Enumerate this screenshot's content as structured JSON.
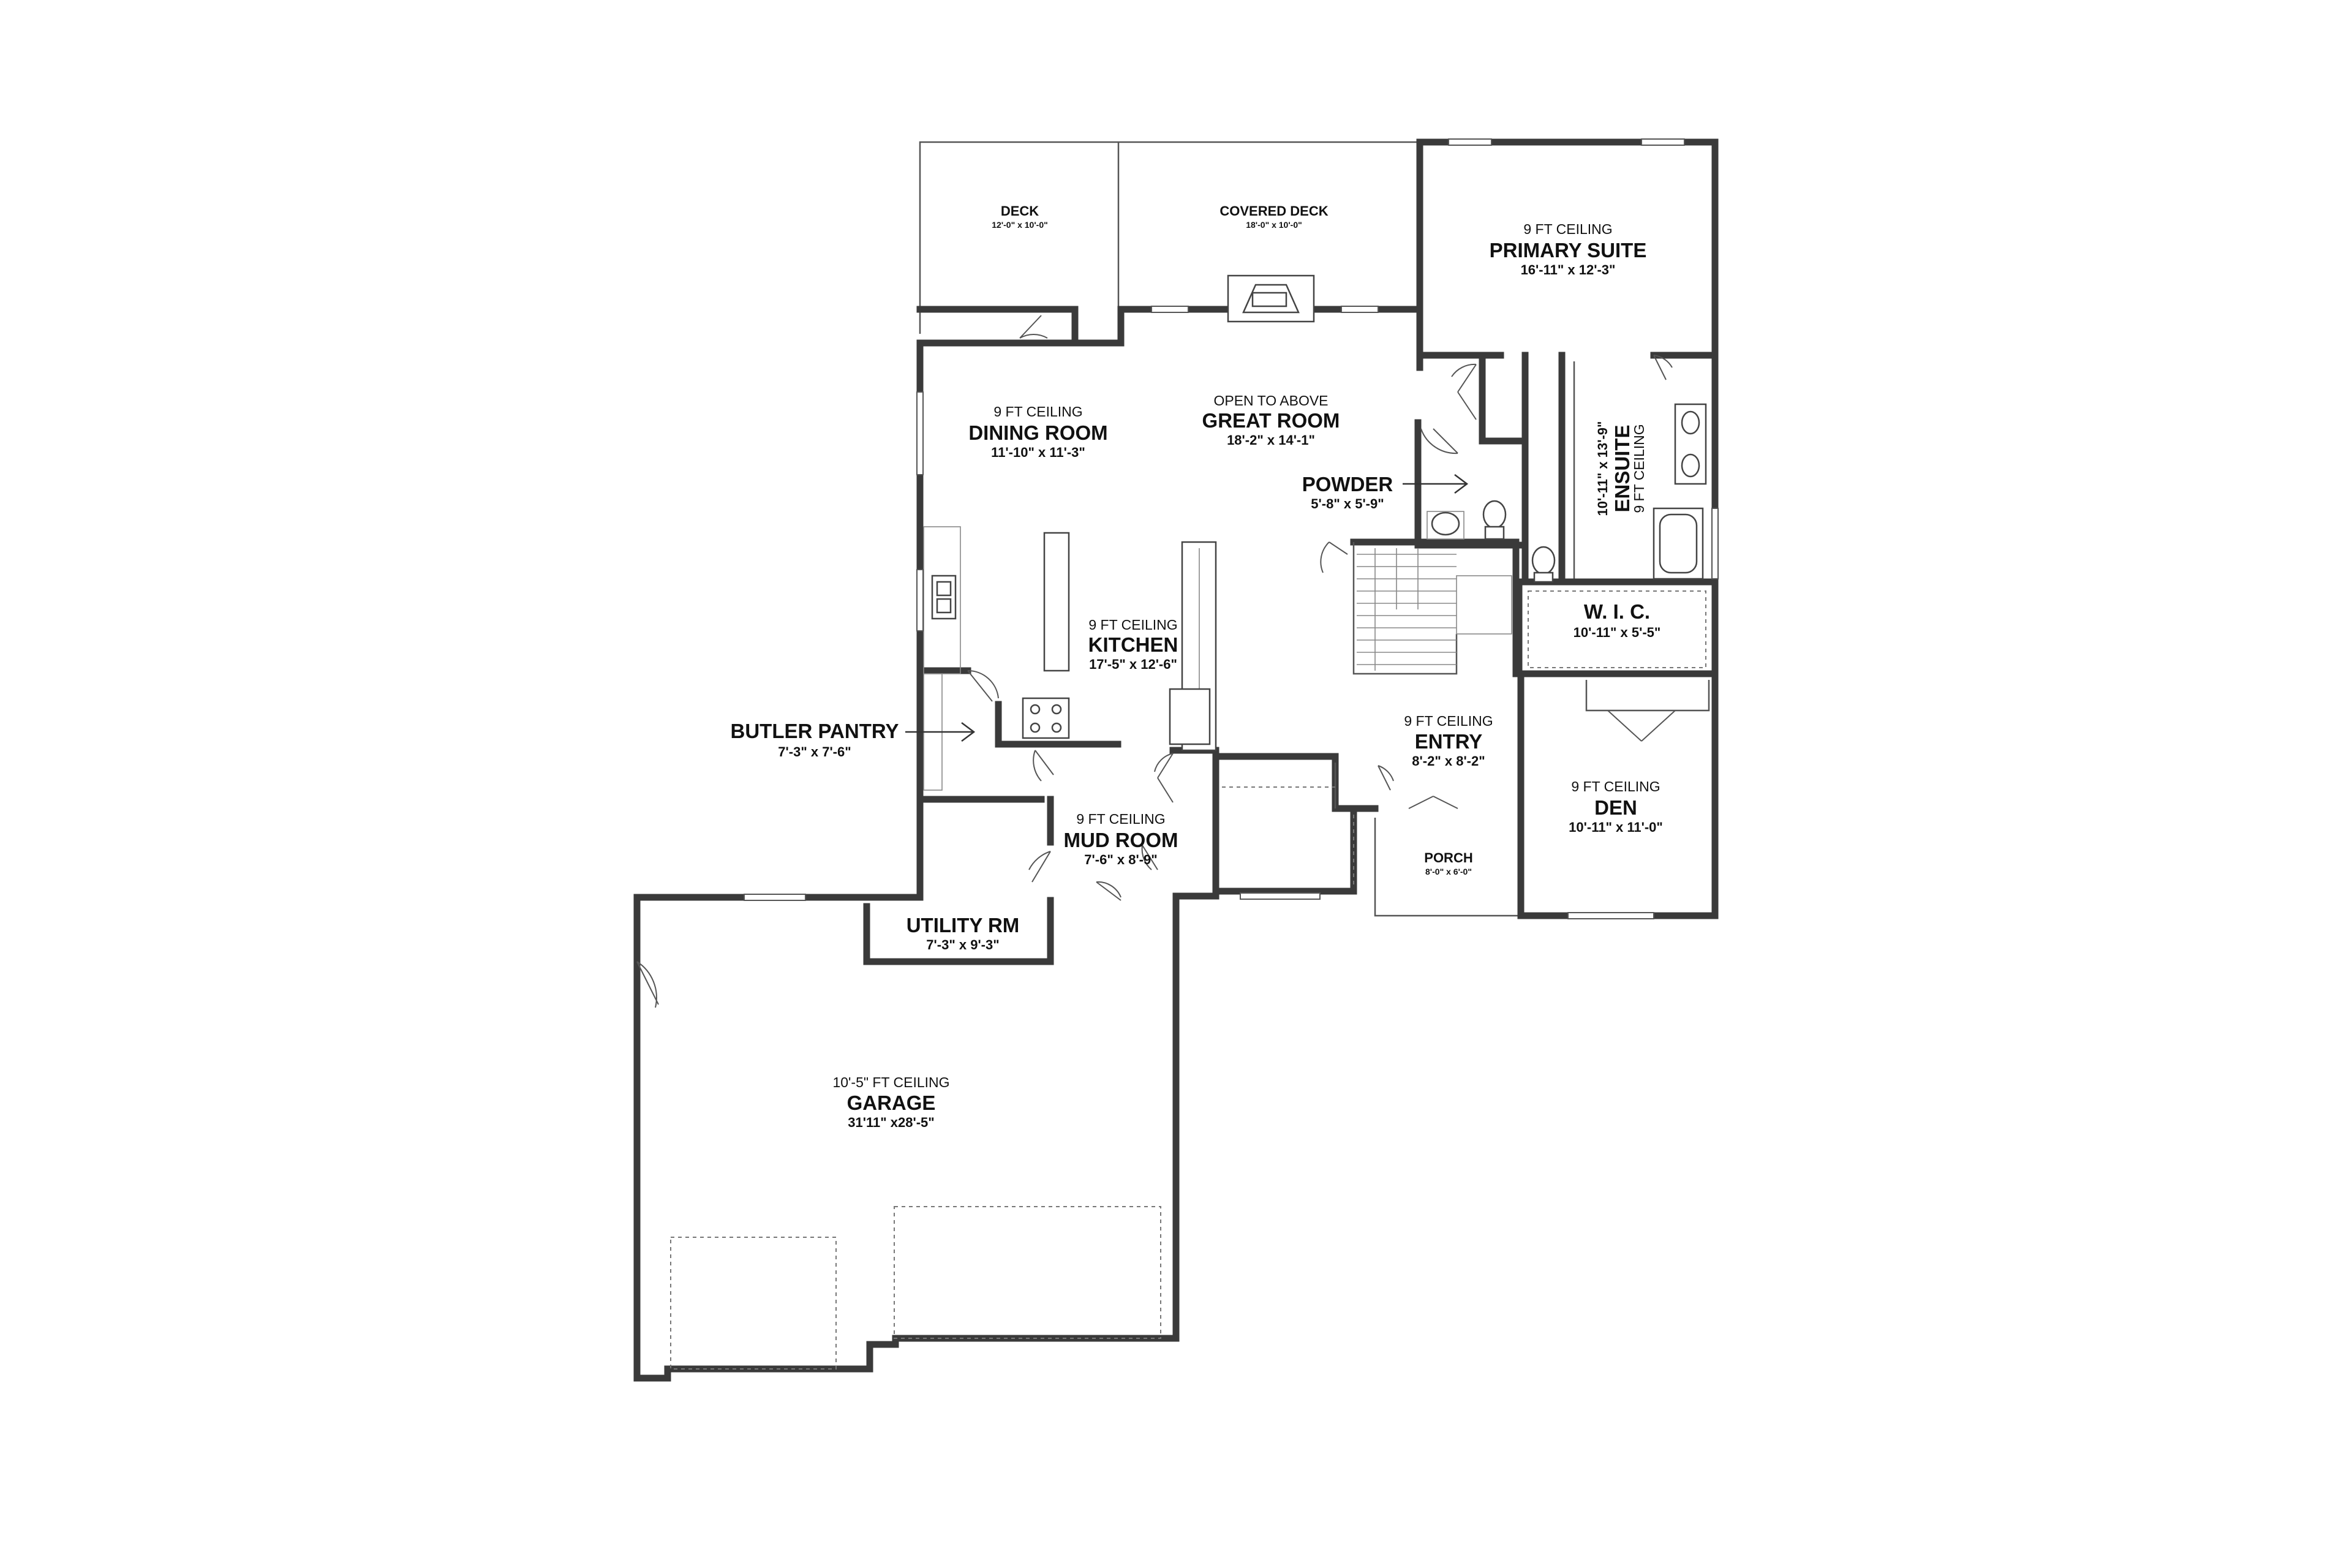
{
  "rooms": {
    "deck": {
      "name": "DECK",
      "dim": "12'-0\" x 10'-0\""
    },
    "covered_deck": {
      "name": "COVERED DECK",
      "dim": "18'-0\" x 10'-0\""
    },
    "primary_suite": {
      "ceiling": "9 FT CEILING",
      "name": "PRIMARY SUITE",
      "dim": "16'-11\" x 12'-3\""
    },
    "dining_room": {
      "ceiling": "9 FT CEILING",
      "name": "DINING ROOM",
      "dim": "11'-10\" x 11'-3\""
    },
    "great_room": {
      "ceiling": "OPEN TO ABOVE",
      "name": "GREAT ROOM",
      "dim": "18'-2\" x 14'-1\""
    },
    "powder": {
      "name": "POWDER",
      "dim": "5'-8\" x 5'-9\""
    },
    "ensuite": {
      "name": "ENSUITE",
      "ceiling": "9 FT CEILING",
      "dim": "10'-11\" x 13'-9\""
    },
    "kitchen": {
      "ceiling": "9 FT CEILING",
      "name": "KITCHEN",
      "dim": "17'-5\" x 12'-6\""
    },
    "wic": {
      "name": "W. I. C.",
      "dim": "10'-11\" x 5'-5\""
    },
    "butler_pantry": {
      "name": "BUTLER PANTRY",
      "dim": "7'-3\" x 7'-6\""
    },
    "entry": {
      "ceiling": "9 FT CEILING",
      "name": "ENTRY",
      "dim": "8'-2\" x 8'-2\""
    },
    "den": {
      "ceiling": "9 FT CEILING",
      "name": "DEN",
      "dim": "10'-11\" x 11'-0\""
    },
    "mud_room": {
      "ceiling": "9 FT CEILING",
      "name": "MUD ROOM",
      "dim": "7'-6\" x 8'-9\""
    },
    "porch": {
      "name": "PORCH",
      "dim": "8'-0\" x 6'-0\""
    },
    "utility_rm": {
      "name": "UTILITY RM",
      "dim": "7'-3\" x 9'-3\""
    },
    "garage": {
      "ceiling": "10'-5\" FT CEILING",
      "name": "GARAGE",
      "dim": "31'11\" x28'-5\""
    }
  }
}
